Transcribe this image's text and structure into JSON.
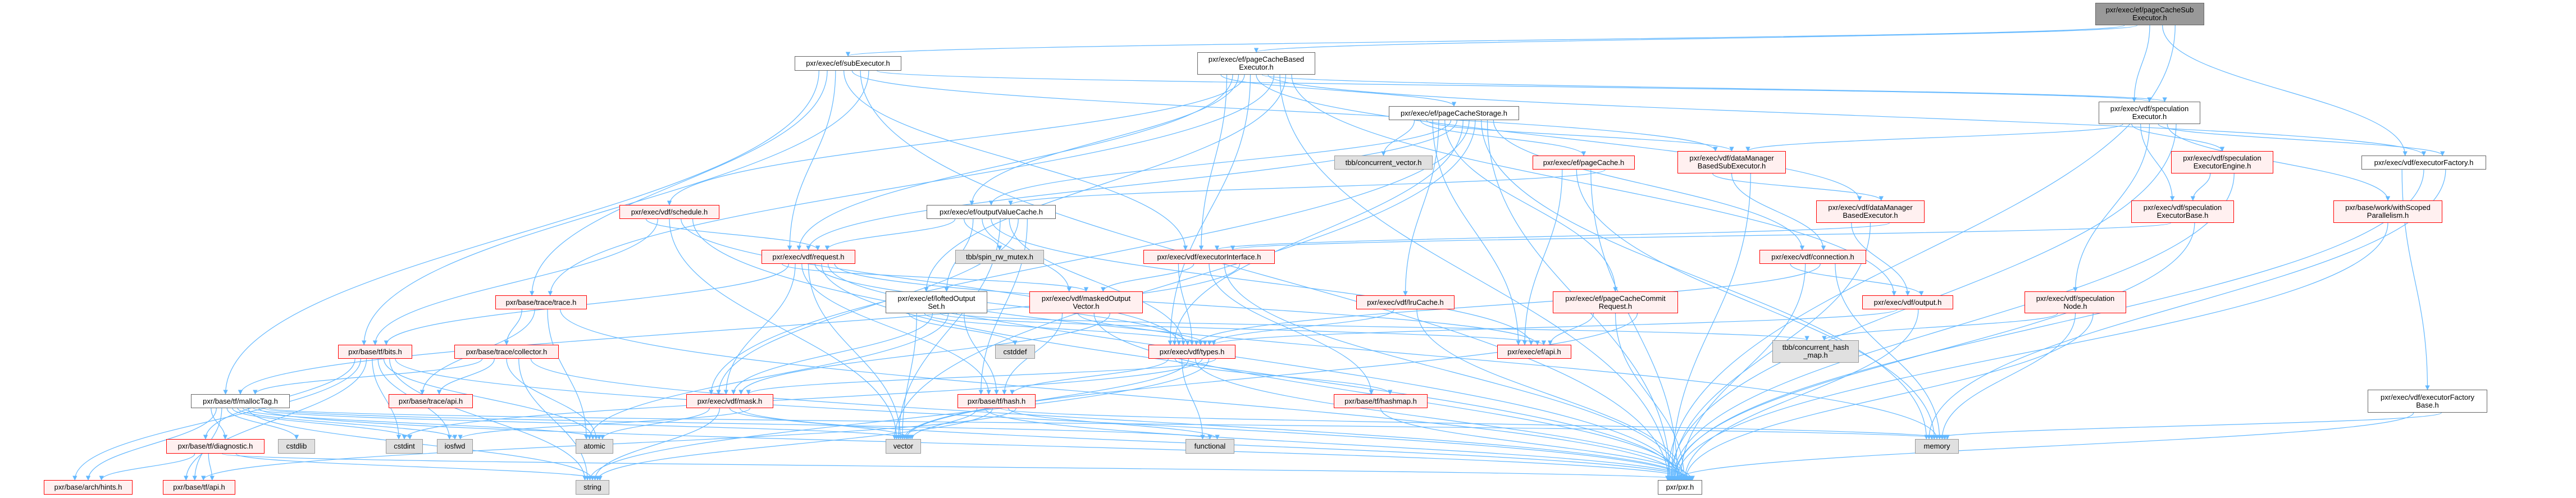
{
  "graph": {
    "edge_color": "#63b8ff",
    "nodes": [
      {
        "id": "root",
        "label": "pxr/exec/ef/pageCacheSub\nExecutor.h",
        "kind": "root"
      },
      {
        "id": "subExecutor",
        "label": "pxr/exec/ef/subExecutor.h",
        "kind": "white"
      },
      {
        "id": "pcbExecutor",
        "label": "pxr/exec/ef/pageCacheBased\nExecutor.h",
        "kind": "white"
      },
      {
        "id": "pcStorage",
        "label": "pxr/exec/ef/pageCacheStorage.h",
        "kind": "white"
      },
      {
        "id": "specExecutor",
        "label": "pxr/exec/vdf/speculation\nExecutor.h",
        "kind": "white"
      },
      {
        "id": "concVector",
        "label": "tbb/concurrent_vector.h",
        "kind": "gray"
      },
      {
        "id": "pageCache",
        "label": "pxr/exec/ef/pageCache.h",
        "kind": "red"
      },
      {
        "id": "dmbSubExec",
        "label": "pxr/exec/vdf/dataManager\nBasedSubExecutor.h",
        "kind": "red"
      },
      {
        "id": "specEngine",
        "label": "pxr/exec/vdf/speculation\nExecutorEngine.h",
        "kind": "red"
      },
      {
        "id": "execFactory",
        "label": "pxr/exec/vdf/executorFactory.h",
        "kind": "white"
      },
      {
        "id": "schedule",
        "label": "pxr/exec/vdf/schedule.h",
        "kind": "red"
      },
      {
        "id": "outputValueCache",
        "label": "pxr/exec/ef/outputValueCache.h",
        "kind": "white"
      },
      {
        "id": "dmbExec",
        "label": "pxr/exec/vdf/dataManager\nBasedExecutor.h",
        "kind": "red"
      },
      {
        "id": "specBase",
        "label": "pxr/exec/vdf/speculation\nExecutorBase.h",
        "kind": "red"
      },
      {
        "id": "scopedPar",
        "label": "pxr/base/work/withScoped\nParallelism.h",
        "kind": "red"
      },
      {
        "id": "trace",
        "label": "pxr/base/trace/trace.h",
        "kind": "red"
      },
      {
        "id": "request",
        "label": "pxr/exec/vdf/request.h",
        "kind": "red"
      },
      {
        "id": "spinMutex",
        "label": "tbb/spin_rw_mutex.h",
        "kind": "gray"
      },
      {
        "id": "execInterface",
        "label": "pxr/exec/vdf/executorInterface.h",
        "kind": "red"
      },
      {
        "id": "connection",
        "label": "pxr/exec/vdf/connection.h",
        "kind": "red"
      },
      {
        "id": "lofted",
        "label": "pxr/exec/ef/loftedOutput\nSet.h",
        "kind": "white"
      },
      {
        "id": "masked",
        "label": "pxr/exec/vdf/maskedOutput\nVector.h",
        "kind": "red"
      },
      {
        "id": "lruCache",
        "label": "pxr/exec/vdf/lruCache.h",
        "kind": "red"
      },
      {
        "id": "commitReq",
        "label": "pxr/exec/ef/pageCacheCommit\nRequest.h",
        "kind": "red"
      },
      {
        "id": "output",
        "label": "pxr/exec/vdf/output.h",
        "kind": "red"
      },
      {
        "id": "specNode",
        "label": "pxr/exec/vdf/speculation\nNode.h",
        "kind": "red"
      },
      {
        "id": "bits",
        "label": "pxr/base/tf/bits.h",
        "kind": "red"
      },
      {
        "id": "collector",
        "label": "pxr/base/trace/collector.h",
        "kind": "red"
      },
      {
        "id": "cstddef",
        "label": "cstddef",
        "kind": "gray"
      },
      {
        "id": "types",
        "label": "pxr/exec/vdf/types.h",
        "kind": "red"
      },
      {
        "id": "efApi",
        "label": "pxr/exec/ef/api.h",
        "kind": "red"
      },
      {
        "id": "concHashMap",
        "label": "tbb/concurrent_hash\n_map.h",
        "kind": "gray"
      },
      {
        "id": "mallocTag",
        "label": "pxr/base/tf/mallocTag.h",
        "kind": "white"
      },
      {
        "id": "traceApi",
        "label": "pxr/base/trace/api.h",
        "kind": "red"
      },
      {
        "id": "mask",
        "label": "pxr/exec/vdf/mask.h",
        "kind": "red"
      },
      {
        "id": "hash",
        "label": "pxr/base/tf/hash.h",
        "kind": "red"
      },
      {
        "id": "hashmap",
        "label": "pxr/base/tf/hashmap.h",
        "kind": "red"
      },
      {
        "id": "factoryBase",
        "label": "pxr/exec/vdf/executorFactory\nBase.h",
        "kind": "white"
      },
      {
        "id": "diagnostic",
        "label": "pxr/base/tf/diagnostic.h",
        "kind": "red"
      },
      {
        "id": "cstdlib",
        "label": "cstdlib",
        "kind": "gray"
      },
      {
        "id": "cstdint",
        "label": "cstdint",
        "kind": "gray"
      },
      {
        "id": "iosfwd",
        "label": "iosfwd",
        "kind": "gray"
      },
      {
        "id": "atomic",
        "label": "atomic",
        "kind": "gray"
      },
      {
        "id": "vector",
        "label": "vector",
        "kind": "gray"
      },
      {
        "id": "functional",
        "label": "functional",
        "kind": "gray"
      },
      {
        "id": "memory",
        "label": "memory",
        "kind": "gray"
      },
      {
        "id": "hints",
        "label": "pxr/base/arch/hints.h",
        "kind": "red"
      },
      {
        "id": "tfApi",
        "label": "pxr/base/tf/api.h",
        "kind": "red"
      },
      {
        "id": "string",
        "label": "string",
        "kind": "gray"
      },
      {
        "id": "pxr",
        "label": "pxr/pxr.h",
        "kind": "white"
      }
    ],
    "edges": [
      [
        "root",
        "subExecutor"
      ],
      [
        "root",
        "pcbExecutor"
      ],
      [
        "root",
        "specExecutor"
      ],
      [
        "root",
        "execFactory"
      ],
      [
        "root",
        "pxr"
      ],
      [
        "subExecutor",
        "mallocTag"
      ],
      [
        "subExecutor",
        "trace"
      ],
      [
        "subExecutor",
        "request"
      ],
      [
        "subExecutor",
        "execInterface"
      ],
      [
        "subExecutor",
        "dmbSubExec"
      ],
      [
        "subExecutor",
        "pxr"
      ],
      [
        "subExecutor",
        "bits"
      ],
      [
        "subExecutor",
        "specExecutor"
      ],
      [
        "pcbExecutor",
        "pcStorage"
      ],
      [
        "pcbExecutor",
        "execInterface"
      ],
      [
        "pcbExecutor",
        "request"
      ],
      [
        "pcbExecutor",
        "outputValueCache"
      ],
      [
        "pcbExecutor",
        "schedule"
      ],
      [
        "pcbExecutor",
        "types"
      ],
      [
        "pcbExecutor",
        "dmbExec"
      ],
      [
        "pcbExecutor",
        "specExecutor"
      ],
      [
        "pcbExecutor",
        "execFactory"
      ],
      [
        "pcbExecutor",
        "trace"
      ],
      [
        "pcbExecutor",
        "pxr"
      ],
      [
        "pcbExecutor",
        "lofted"
      ],
      [
        "pcbExecutor",
        "output"
      ],
      [
        "pcStorage",
        "concVector"
      ],
      [
        "pcStorage",
        "pageCache"
      ],
      [
        "pcStorage",
        "dmbSubExec"
      ],
      [
        "pcStorage",
        "efApi"
      ],
      [
        "pcStorage",
        "lruCache"
      ],
      [
        "pcStorage",
        "commitReq"
      ],
      [
        "pcStorage",
        "outputValueCache"
      ],
      [
        "pcStorage",
        "request"
      ],
      [
        "pcStorage",
        "types"
      ],
      [
        "pcStorage",
        "mask"
      ],
      [
        "pcStorage",
        "vector"
      ],
      [
        "pcStorage",
        "memory"
      ],
      [
        "pcStorage",
        "pxr"
      ],
      [
        "pcStorage",
        "connection"
      ],
      [
        "specExecutor",
        "dmbSubExec"
      ],
      [
        "specExecutor",
        "specEngine"
      ],
      [
        "specExecutor",
        "specBase"
      ],
      [
        "specExecutor",
        "specNode"
      ],
      [
        "specExecutor",
        "execFactory"
      ],
      [
        "specExecutor",
        "scopedPar"
      ],
      [
        "specExecutor",
        "pxr"
      ],
      [
        "dmbSubExec",
        "dmbExec"
      ],
      [
        "dmbSubExec",
        "connection"
      ],
      [
        "dmbSubExec",
        "pxr"
      ],
      [
        "dmbExec",
        "output"
      ],
      [
        "dmbExec",
        "pxr"
      ],
      [
        "dmbExec",
        "execInterface"
      ],
      [
        "specEngine",
        "specBase"
      ],
      [
        "specEngine",
        "pxr"
      ],
      [
        "specBase",
        "execInterface"
      ],
      [
        "specBase",
        "pxr"
      ],
      [
        "execFactory",
        "factoryBase"
      ],
      [
        "execFactory",
        "pxr"
      ],
      [
        "execFactory",
        "memory"
      ],
      [
        "factoryBase",
        "pxr"
      ],
      [
        "factoryBase",
        "memory"
      ],
      [
        "scopedPar",
        "pxr"
      ],
      [
        "pageCache",
        "efApi"
      ],
      [
        "pageCache",
        "memory"
      ],
      [
        "pageCache",
        "pxr"
      ],
      [
        "pageCache",
        "outputValueCache"
      ],
      [
        "schedule",
        "request"
      ],
      [
        "schedule",
        "bits"
      ],
      [
        "schedule",
        "vector"
      ],
      [
        "schedule",
        "types"
      ],
      [
        "schedule",
        "pxr"
      ],
      [
        "outputValueCache",
        "request"
      ],
      [
        "outputValueCache",
        "spinMutex"
      ],
      [
        "outputValueCache",
        "lofted"
      ],
      [
        "outputValueCache",
        "masked"
      ],
      [
        "outputValueCache",
        "efApi"
      ],
      [
        "outputValueCache",
        "vector"
      ],
      [
        "outputValueCache",
        "types"
      ],
      [
        "outputValueCache",
        "mask"
      ],
      [
        "outputValueCache",
        "hash"
      ],
      [
        "request",
        "masked"
      ],
      [
        "request",
        "bits"
      ],
      [
        "request",
        "mask"
      ],
      [
        "request",
        "hash"
      ],
      [
        "request",
        "vector"
      ],
      [
        "request",
        "types"
      ],
      [
        "request",
        "pxr"
      ],
      [
        "request",
        "memory"
      ],
      [
        "request",
        "efApi"
      ],
      [
        "execInterface",
        "types"
      ],
      [
        "execInterface",
        "masked"
      ],
      [
        "execInterface",
        "hashmap"
      ],
      [
        "execInterface",
        "pxr"
      ],
      [
        "execInterface",
        "mallocTag"
      ],
      [
        "connection",
        "output"
      ],
      [
        "connection",
        "pxr"
      ],
      [
        "connection",
        "types"
      ],
      [
        "connection",
        "memory"
      ],
      [
        "trace",
        "collector"
      ],
      [
        "trace",
        "traceApi"
      ],
      [
        "trace",
        "atomic"
      ],
      [
        "trace",
        "pxr"
      ],
      [
        "lofted",
        "cstddef"
      ],
      [
        "lofted",
        "vector"
      ],
      [
        "lofted",
        "types"
      ],
      [
        "lofted",
        "mask"
      ],
      [
        "lofted",
        "efApi"
      ],
      [
        "lofted",
        "atomic"
      ],
      [
        "lofted",
        "concHashMap"
      ],
      [
        "lofted",
        "hash"
      ],
      [
        "masked",
        "hash"
      ],
      [
        "masked",
        "types"
      ],
      [
        "masked",
        "pxr"
      ],
      [
        "masked",
        "mask"
      ],
      [
        "lruCache",
        "types"
      ],
      [
        "lruCache",
        "pxr"
      ],
      [
        "commitReq",
        "efApi"
      ],
      [
        "commitReq",
        "pxr"
      ],
      [
        "commitReq",
        "vector"
      ],
      [
        "output",
        "types"
      ],
      [
        "output",
        "pxr"
      ],
      [
        "specNode",
        "concHashMap"
      ],
      [
        "specNode",
        "memory"
      ],
      [
        "specNode",
        "pxr"
      ],
      [
        "bits",
        "diagnostic"
      ],
      [
        "bits",
        "hints"
      ],
      [
        "bits",
        "tfApi"
      ],
      [
        "bits",
        "cstdint"
      ],
      [
        "bits",
        "iosfwd"
      ],
      [
        "bits",
        "atomic"
      ],
      [
        "bits",
        "string"
      ],
      [
        "bits",
        "pxr"
      ],
      [
        "collector",
        "mallocTag"
      ],
      [
        "collector",
        "traceApi"
      ],
      [
        "collector",
        "atomic"
      ],
      [
        "collector",
        "string"
      ],
      [
        "collector",
        "pxr"
      ],
      [
        "types",
        "hash"
      ],
      [
        "types",
        "hashmap"
      ],
      [
        "types",
        "functional"
      ],
      [
        "types",
        "vector"
      ],
      [
        "types",
        "pxr"
      ],
      [
        "types",
        "cstdint"
      ],
      [
        "types",
        "string"
      ],
      [
        "types",
        "mask"
      ],
      [
        "mallocTag",
        "diagnostic"
      ],
      [
        "mallocTag",
        "hints"
      ],
      [
        "mallocTag",
        "tfApi"
      ],
      [
        "mallocTag",
        "cstdlib"
      ],
      [
        "mallocTag",
        "cstdint"
      ],
      [
        "mallocTag",
        "iosfwd"
      ],
      [
        "mallocTag",
        "atomic"
      ],
      [
        "mallocTag",
        "string"
      ],
      [
        "mallocTag",
        "vector"
      ],
      [
        "mallocTag",
        "pxr"
      ],
      [
        "mallocTag",
        "functional"
      ],
      [
        "mallocTag",
        "memory"
      ],
      [
        "mask",
        "atomic"
      ],
      [
        "mask",
        "string"
      ],
      [
        "mask",
        "vector"
      ],
      [
        "mask",
        "pxr"
      ],
      [
        "mask",
        "iosfwd"
      ],
      [
        "hash",
        "vector"
      ],
      [
        "hash",
        "pxr"
      ],
      [
        "hash",
        "string"
      ],
      [
        "hash",
        "memory"
      ],
      [
        "hash",
        "functional"
      ],
      [
        "hash",
        "tfApi"
      ],
      [
        "hashmap",
        "pxr"
      ],
      [
        "diagnostic",
        "hints"
      ],
      [
        "diagnostic",
        "tfApi"
      ],
      [
        "diagnostic",
        "pxr"
      ],
      [
        "diagnostic",
        "string"
      ]
    ]
  }
}
